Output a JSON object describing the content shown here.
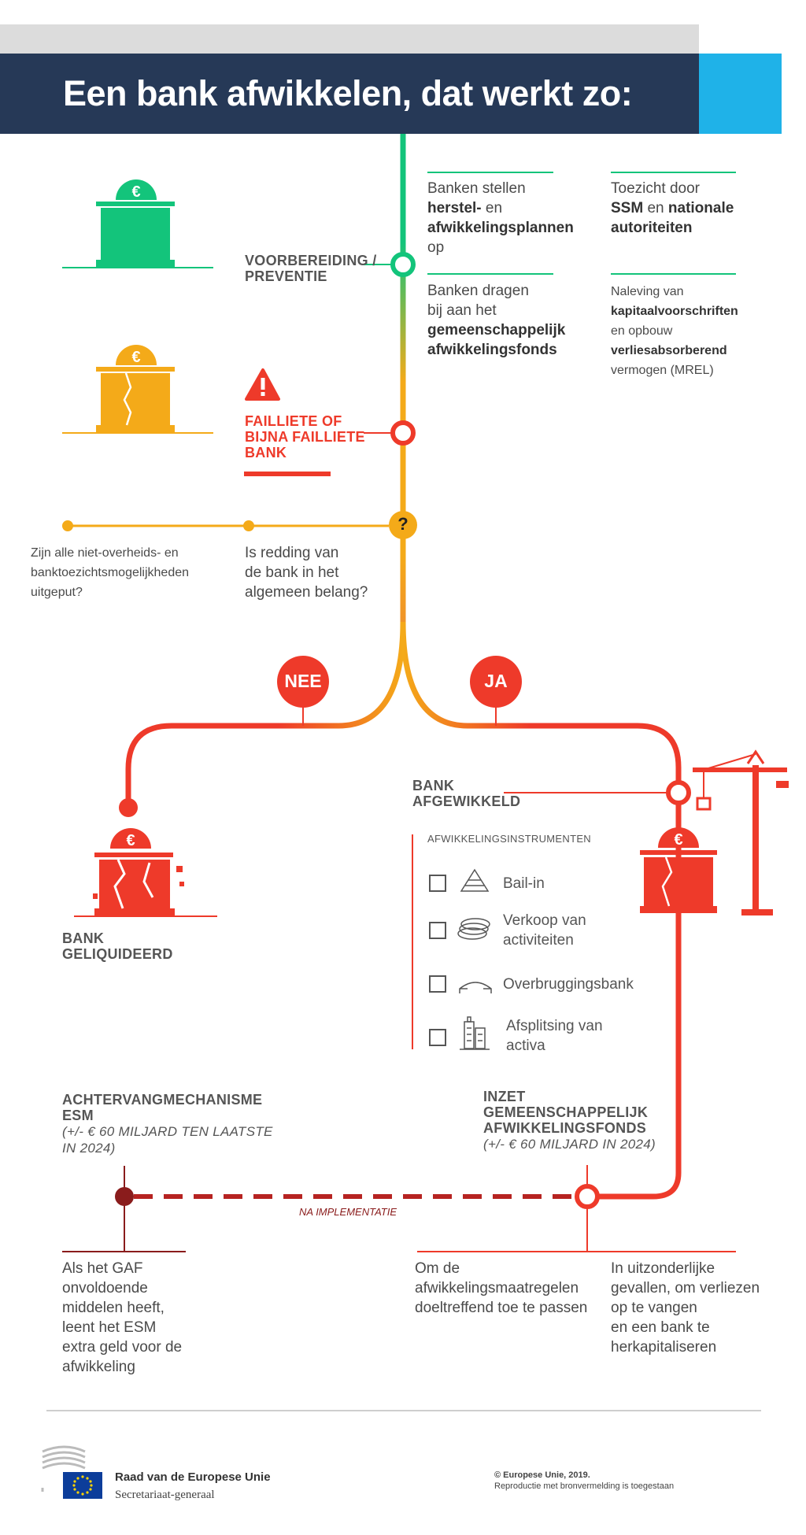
{
  "title": "Een bank afwikkelen, dat werkt zo:",
  "colors": {
    "navy": "#263957",
    "cyan": "#1fb2e8",
    "green": "#13c47b",
    "yellow": "#f4aa19",
    "red": "#ee3a2a",
    "darkred": "#8a1c1c",
    "orange": "#f0912a"
  },
  "preventie": {
    "label_line1": "VOORBEREIDING /",
    "label_line2": "PREVENTIE",
    "col1_top": {
      "l1": "Banken stellen",
      "l2b": "herstel-",
      "l2": " en",
      "l3b": "afwikkelingsplannen",
      "l4": "op"
    },
    "col1_bottom": {
      "l1": "Banken dragen",
      "l2": "bij aan het",
      "l3b": "gemeenschappelijk",
      "l4b": "afwikkelingsfonds"
    },
    "col2_top": {
      "l1": "Toezicht door",
      "l2b1": "SSM",
      "l2": " en ",
      "l2b2": "nationale",
      "l3b": "autoriteiten"
    },
    "col2_bottom": {
      "l1": "Naleving van",
      "l2b": "kapitaalvoorschriften",
      "l3": "en opbouw",
      "l4b": "verliesabsorberend",
      "l5": "vermogen (MREL)"
    }
  },
  "failing": {
    "l1": "FAILLIETE OF",
    "l2": "BIJNA FAILLIETE",
    "l3": "BANK"
  },
  "questions": {
    "marker": "?",
    "q1": {
      "l1": "Zijn alle niet-overheids- en",
      "l2": "banktoezichtsmogelijkheden",
      "l3": "uitgeput?"
    },
    "q2": {
      "l1": "Is redding van",
      "l2": "de bank in het",
      "l3": "algemeen belang?"
    }
  },
  "answers": {
    "no": "NEE",
    "yes": "JA"
  },
  "liquidated": {
    "l1": "BANK",
    "l2": "GELIQUIDEERD"
  },
  "resolved": {
    "l1": "BANK",
    "l2": "AFGEWIKKELD"
  },
  "instruments": {
    "heading": "AFWIKKELINGSINSTRUMENTEN",
    "items": [
      {
        "l1": "Bail-in",
        "icon": "pyramid-icon"
      },
      {
        "l1": "Verkoop van",
        "l2": "activiteiten",
        "icon": "coins-icon"
      },
      {
        "l1": "Overbruggingsbank",
        "icon": "bridge-icon"
      },
      {
        "l1": "Afsplitsing van",
        "l2": "activa",
        "icon": "buildings-icon"
      }
    ]
  },
  "esm": {
    "l1": "ACHTERVANGMECHANISME",
    "l2": "ESM",
    "n1": "(+/- € 60 MILJARD TEN LAATSTE",
    "n2": "IN 2024)"
  },
  "fund": {
    "l1": "INZET",
    "l2": "GEMEENSCHAPPELIJK",
    "l3": "AFWIKKELINGSFONDS",
    "n1": "(+/- € 60 MILJARD IN 2024)"
  },
  "implementation": "NA IMPLEMENTATIE",
  "bottom": {
    "esm_text": [
      "Als het GAF",
      "onvoldoende",
      "middelen heeft,",
      "leent het ESM",
      "extra geld voor de",
      "afwikkeling"
    ],
    "fund_text1": [
      "Om de",
      "afwikkelingsmaatregelen",
      "doeltreffend toe te passen"
    ],
    "fund_text2": [
      "In uitzonderlijke",
      "gevallen, om verliezen",
      "op te vangen",
      "en een bank te",
      "herkapitaliseren"
    ]
  },
  "footer": {
    "org": "Raad van de Europese Unie",
    "sub": "Secretariaat-generaal",
    "copyright": "© Europese Unie, 2019.",
    "note": "Reproductie met bronvermelding is toegestaan"
  }
}
